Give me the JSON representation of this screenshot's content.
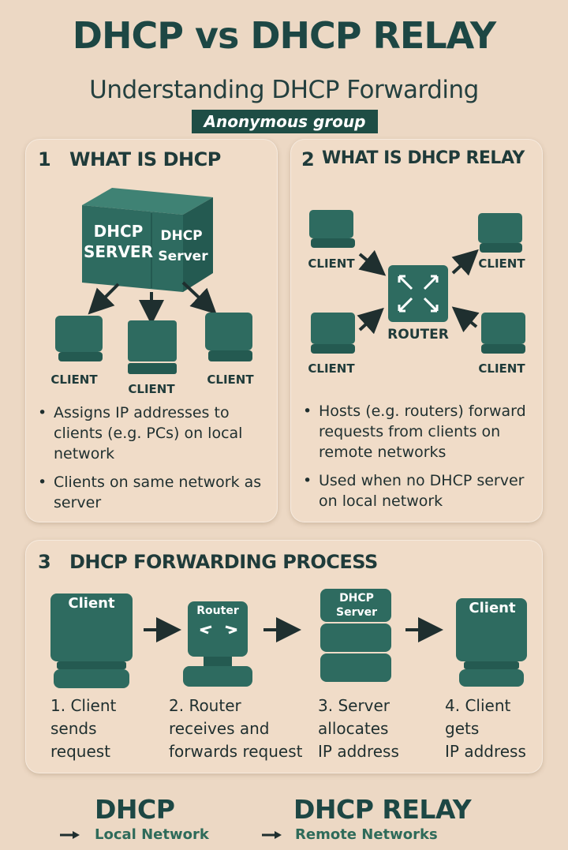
{
  "header": {
    "title": "DHCP vs DHCP RELAY",
    "subtitle": "Understanding DHCP Forwarding",
    "tag": "Anonymous group"
  },
  "panel1": {
    "number": "1",
    "heading": "WHAT IS DHCP",
    "server_front_label": "DHCP\nSERVER",
    "server_side_label": "DHCP\nServer",
    "client_labels": [
      "CLIENT",
      "CLIENT",
      "CLIENT"
    ],
    "bullets": [
      "Assigns IP addresses to clients (e.g. PCs) on local network",
      "Clients on same network as server"
    ]
  },
  "panel2": {
    "number": "2",
    "heading": "WHAT IS DHCP RELAY",
    "router_label": "ROUTER",
    "client_labels": [
      "CLIENT",
      "CLIENT",
      "CLIENT",
      "CLIENT"
    ],
    "bullets": [
      "Hosts (e.g. routers) forward requests from clients on remote networks",
      "Used when no DHCP server on local network"
    ]
  },
  "panel3": {
    "number": "3",
    "heading": "DHCP FORWARDING PROCESS",
    "device_labels": [
      "Client",
      "Router",
      "DHCP\nServer",
      "Client"
    ],
    "steps": [
      "1. Client\n    sends\n    request",
      "2. Router\n    receives and\n    forwards request",
      "3. Server\n    allocates\n    IP address",
      "4. Client\n    gets\n    IP address"
    ]
  },
  "legend": {
    "left_title": "DHCP",
    "left_sub": "Local Network",
    "right_title": "DHCP RELAY",
    "right_sub": "Remote Networks"
  },
  "colors": {
    "background": "#ecd8c4",
    "teal": "#2e6b60",
    "teal_dark": "#1f4a43",
    "teal_light": "#3f8274",
    "text": "#1f3b3a"
  }
}
